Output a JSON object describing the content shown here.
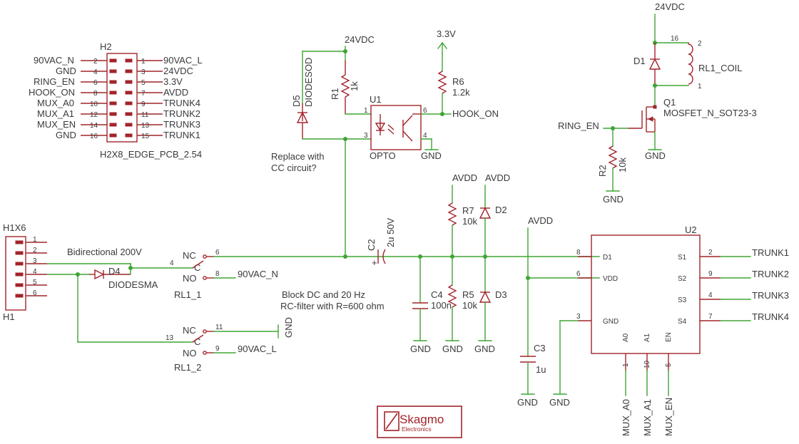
{
  "h2": {
    "ref": "H2",
    "footprint": "H2X8_EDGE_PCB_2.54",
    "left_pins": [
      {
        "net": "90VAC_N",
        "num": "2"
      },
      {
        "net": "GND",
        "num": "4"
      },
      {
        "net": "RING_EN",
        "num": "6"
      },
      {
        "net": "HOOK_ON",
        "num": "8"
      },
      {
        "net": "MUX_A0",
        "num": "10"
      },
      {
        "net": "MUX_A1",
        "num": "12"
      },
      {
        "net": "MUX_EN",
        "num": "14"
      },
      {
        "net": "GND",
        "num": "16"
      }
    ],
    "right_pins": [
      {
        "net": "90VAC_L",
        "num": "1"
      },
      {
        "net": "24VDC",
        "num": "3"
      },
      {
        "net": "3.3V",
        "num": "5"
      },
      {
        "net": "AVDD",
        "num": "7"
      },
      {
        "net": "TRUNK4",
        "num": "9"
      },
      {
        "net": "TRUNK2",
        "num": "11"
      },
      {
        "net": "TRUNK3",
        "num": "13"
      },
      {
        "net": "TRUNK1",
        "num": "15"
      }
    ]
  },
  "h1": {
    "ref_top": "H1X6",
    "ref_bottom": "H1",
    "pins": [
      "1",
      "2",
      "3",
      "4",
      "5",
      "6"
    ]
  },
  "r1": {
    "ref": "R1",
    "value": "1k"
  },
  "d5": {
    "ref": "D5",
    "value": "DIODESOD"
  },
  "net_24vdc_u1": "24VDC",
  "net_3v3": "3.3V",
  "r6": {
    "ref": "R6",
    "value": "1.2k"
  },
  "u1": {
    "ref": "U1",
    "value": "OPTO",
    "pins": [
      "1",
      "3",
      "6",
      "4"
    ]
  },
  "hook_on": "HOOK_ON",
  "gnd": "GND",
  "note_cc": [
    "Replace with",
    "CC circuit?"
  ],
  "relay_top": {
    "net_24vdc": "24VDC",
    "d1": "D1",
    "coil": "RL1_COIL",
    "coil_pins": [
      "16",
      "2",
      "1"
    ],
    "q1": {
      "ref": "Q1",
      "value": "MOSFET_N_SOT23-3"
    },
    "ring_en": "RING_EN",
    "r2": {
      "ref": "R2",
      "value": "10k"
    }
  },
  "bidir_note": "Bidirectional 200V",
  "d4": {
    "ref": "D4",
    "value": "DIODESMA"
  },
  "rl1_1": {
    "ref": "RL1_1",
    "labels": {
      "nc": "NC",
      "c": "C",
      "no": "NO"
    },
    "pins": {
      "nc": "6",
      "c": "4",
      "no": "8"
    },
    "net_no": "90VAC_N"
  },
  "rl1_2": {
    "ref": "RL1_2",
    "labels": {
      "nc": "NC",
      "c": "C",
      "no": "NO"
    },
    "pins": {
      "nc": "11",
      "c": "13",
      "no": "9"
    },
    "net_no": "90VAC_L"
  },
  "c2": {
    "ref": "C2",
    "value": "2u 50V"
  },
  "c4": {
    "ref": "C4",
    "value": "100n"
  },
  "r5": {
    "ref": "R5",
    "value": "10k"
  },
  "r7": {
    "ref": "R7",
    "value": "10k"
  },
  "d2": "D2",
  "d3": "D3",
  "avdd": "AVDD",
  "note_filter": [
    "Block DC and 20 Hz",
    "RC-filter with R=600 ohm"
  ],
  "c3": {
    "ref": "C3",
    "value": "1u"
  },
  "u2": {
    "ref": "U2",
    "left": [
      {
        "name": "D1",
        "num": "8"
      },
      {
        "name": "VDD",
        "num": "6"
      },
      {
        "name": "GND",
        "num": "3"
      }
    ],
    "right": [
      {
        "name": "S1",
        "num": "2",
        "net": "TRUNK1"
      },
      {
        "name": "S2",
        "num": "9",
        "net": "TRUNK2"
      },
      {
        "name": "S3",
        "num": "4",
        "net": "TRUNK3"
      },
      {
        "name": "S4",
        "num": "7",
        "net": "TRUNK4"
      }
    ],
    "bottom": [
      {
        "name": "A0",
        "num": "1",
        "net": "MUX_A0"
      },
      {
        "name": "A1",
        "num": "10",
        "net": "MUX_A1"
      },
      {
        "name": "EN",
        "num": "5",
        "net": "MUX_EN"
      }
    ]
  },
  "logo": {
    "name": "Skagmo",
    "sub": "Electronics"
  }
}
